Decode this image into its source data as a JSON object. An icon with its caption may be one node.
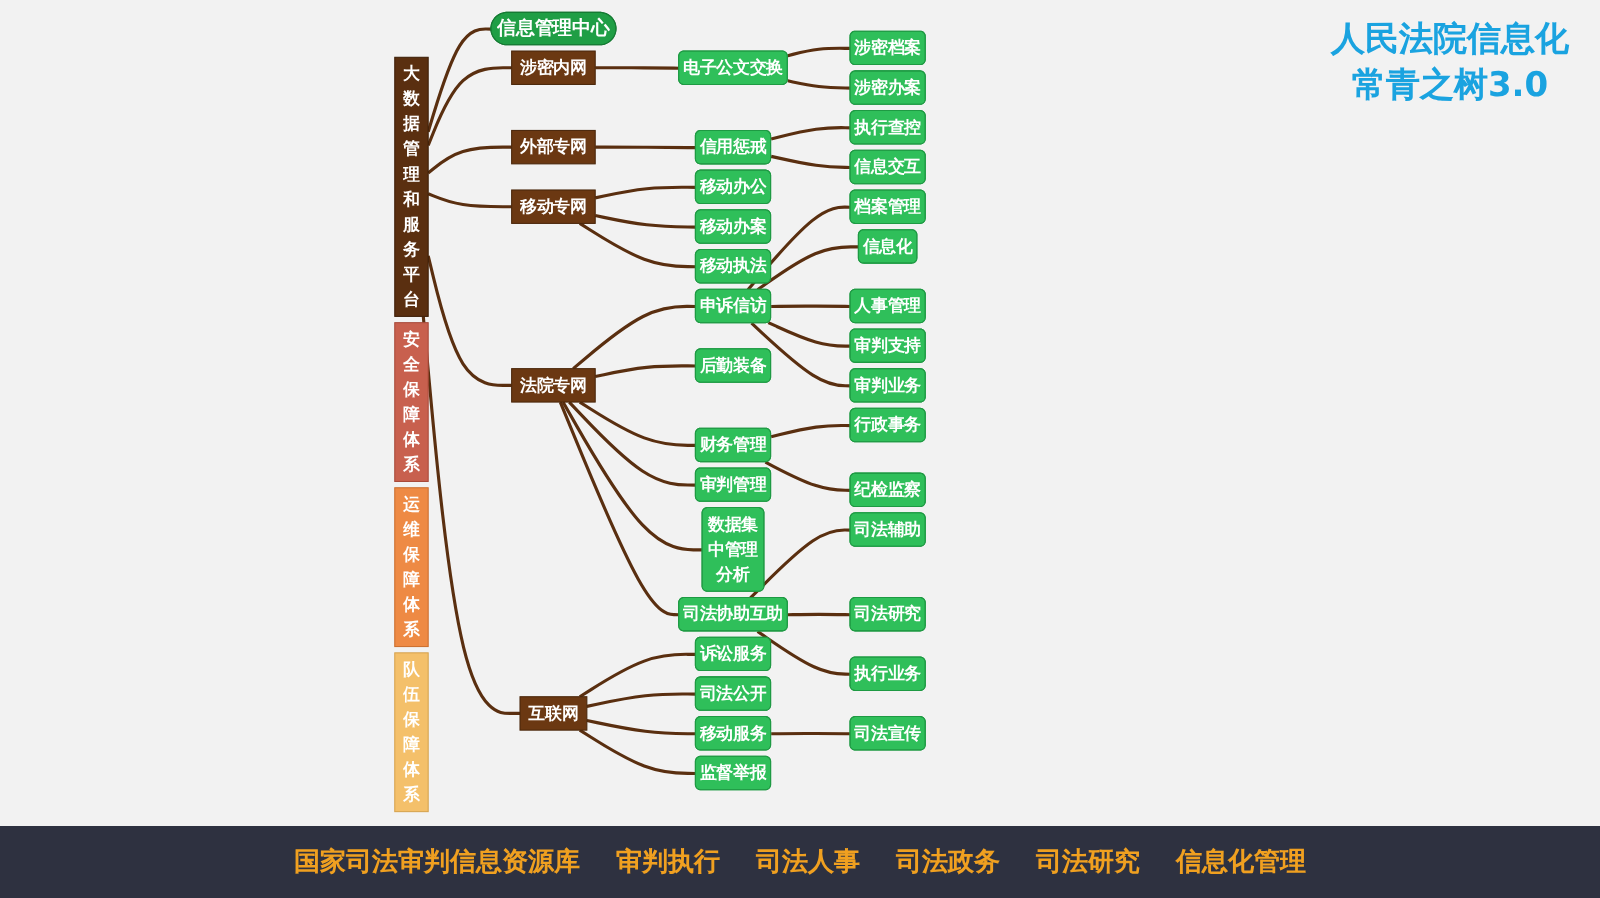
{
  "diagram": {
    "title": "人民法院信息化常青之树3.0",
    "nodes": [
      {
        "text": [
          "信息管理中心"
        ]
      },
      {
        "text": [
          "大数据管理和服务平台"
        ]
      },
      {
        "text": [
          "涉密内网"
        ]
      },
      {
        "text": [
          "涉密档案"
        ]
      },
      {
        "text": [
          "涉密办案"
        ]
      },
      {
        "text": [
          "电子公文交换"
        ]
      },
      {
        "text": [
          "外部专网"
        ]
      },
      {
        "text": [
          "执行查控"
        ]
      },
      {
        "text": [
          "信息交互"
        ]
      },
      {
        "text": [
          "信用惩戒"
        ]
      },
      {
        "text": [
          "移动专网"
        ]
      },
      {
        "text": [
          "移动办公"
        ]
      },
      {
        "text": [
          "移动办案"
        ]
      },
      {
        "text": [
          "移动执法"
        ]
      },
      {
        "text": [
          "法院专网"
        ]
      },
      {
        "text": [
          "档案管理"
        ]
      },
      {
        "text": [
          "信息化"
        ]
      },
      {
        "text": [
          "人事管理"
        ]
      },
      {
        "text": [
          "行政事务"
        ]
      },
      {
        "text": [
          "审判支持"
        ]
      },
      {
        "text": [
          "纪检监察"
        ]
      },
      {
        "text": [
          "审判业务"
        ]
      },
      {
        "text": [
          "财务管理"
        ]
      },
      {
        "text": [
          "后勤装备"
        ]
      },
      {
        "text": [
          "申诉信访"
        ]
      },
      {
        "text": [
          "审判管理"
        ]
      },
      {
        "text": [
          "数据集中管理分析"
        ]
      },
      {
        "text": [
          "司法辅助"
        ]
      },
      {
        "text": [
          "司法研究"
        ]
      },
      {
        "text": [
          "执行业务"
        ]
      },
      {
        "text": [
          "司法协助互助"
        ]
      },
      {
        "text": [
          "互联网"
        ]
      },
      {
        "text": [
          "诉讼服务"
        ]
      },
      {
        "text": [
          "司法公开"
        ]
      },
      {
        "text": [
          "司法宣传"
        ]
      },
      {
        "text": [
          "移动服务"
        ]
      },
      {
        "text": [
          "监督举报"
        ]
      },
      {
        "text": [
          "安全保障体系"
        ]
      },
      {
        "text": [
          "运维保障体系"
        ]
      },
      {
        "text": [
          "队伍保障体系"
        ]
      }
    ],
    "edges": [
      {
        "from": 1,
        "to": 0,
        "arrow": "none"
      },
      {
        "from": 1,
        "to": 2,
        "arrow": "none"
      },
      {
        "from": 2,
        "to": 5,
        "arrow": "none"
      },
      {
        "from": 5,
        "to": 3,
        "arrow": "none"
      },
      {
        "from": 5,
        "to": 4,
        "arrow": "none"
      },
      {
        "from": 1,
        "to": 6,
        "arrow": "none"
      },
      {
        "from": 6,
        "to": 9,
        "arrow": "none"
      },
      {
        "from": 9,
        "to": 7,
        "arrow": "none"
      },
      {
        "from": 9,
        "to": 8,
        "arrow": "none"
      },
      {
        "from": 1,
        "to": 10,
        "arrow": "none"
      },
      {
        "from": 10,
        "to": 11,
        "arrow": "none"
      },
      {
        "from": 10,
        "to": 12,
        "arrow": "none"
      },
      {
        "from": 10,
        "to": 13,
        "arrow": "none"
      },
      {
        "from": 1,
        "to": 14,
        "arrow": "none"
      },
      {
        "from": 14,
        "to": 24,
        "arrow": "none"
      },
      {
        "from": 24,
        "to": 15,
        "arrow": "none"
      },
      {
        "from": 24,
        "to": 16,
        "arrow": "none"
      },
      {
        "from": 24,
        "to": 17,
        "arrow": "none"
      },
      {
        "from": 24,
        "to": 19,
        "arrow": "none"
      },
      {
        "from": 24,
        "to": 21,
        "arrow": "none"
      },
      {
        "from": 14,
        "to": 22,
        "arrow": "none"
      },
      {
        "from": 22,
        "to": 18,
        "arrow": "none"
      },
      {
        "from": 22,
        "to": 20,
        "arrow": "none"
      },
      {
        "from": 14,
        "to": 23,
        "arrow": "none"
      },
      {
        "from": 14,
        "to": 30,
        "arrow": "none"
      },
      {
        "from": 30,
        "to": 27,
        "arrow": "none"
      },
      {
        "from": 30,
        "to": 28,
        "arrow": "none"
      },
      {
        "from": 30,
        "to": 29,
        "arrow": "none"
      },
      {
        "from": 14,
        "to": 25,
        "arrow": "none"
      },
      {
        "from": 14,
        "to": 26,
        "arrow": "none"
      },
      {
        "from": 1,
        "to": 31,
        "arrow": "none"
      },
      {
        "from": 31,
        "to": 32,
        "arrow": "none"
      },
      {
        "from": 31,
        "to": 33,
        "arrow": "none"
      },
      {
        "from": 31,
        "to": 35,
        "arrow": "none"
      },
      {
        "from": 35,
        "to": 34,
        "arrow": "none"
      },
      {
        "from": 31,
        "to": 36,
        "arrow": "none"
      }
    ],
    "labels": [
      "国家司法审判信息资源库",
      "审判执行",
      "司法人事",
      "司法政务",
      "司法研究",
      "信息化管理"
    ]
  }
}
